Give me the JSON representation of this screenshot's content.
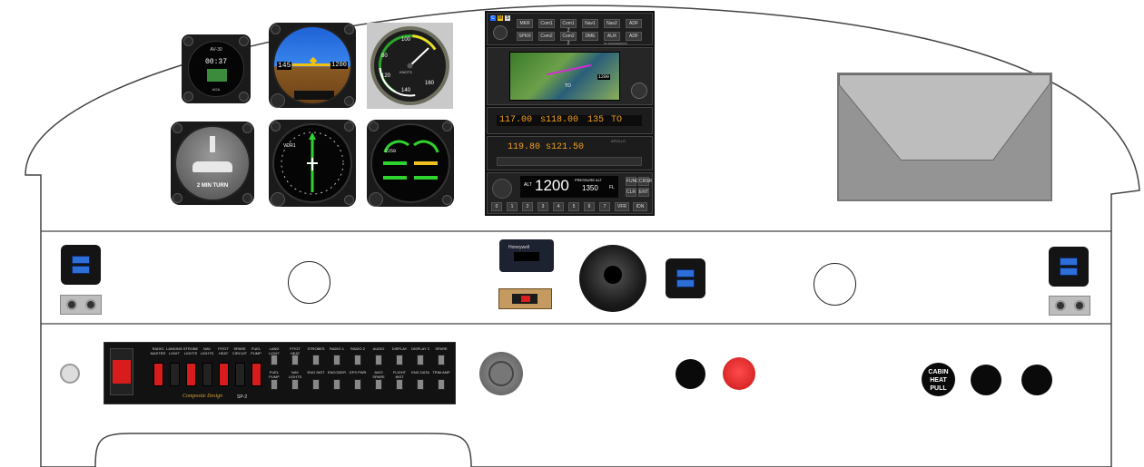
{
  "panel": {
    "colors": {
      "background": "#ffffff",
      "outline": "#444444",
      "bezel": "#1a1a1a",
      "usb_port": "#2d6fd6",
      "rocker_red": "#d81c1c",
      "amber_text": "#f0a020"
    }
  },
  "instruments": {
    "aoa": {
      "title": "AV-30",
      "value": "00:37",
      "sub": "AOA"
    },
    "pfd": {
      "speed": "145",
      "altitude": "1200"
    },
    "airspeed": {
      "marks": [
        "80",
        "100",
        "120",
        "140",
        "160"
      ],
      "center": "KNOTS"
    },
    "turn_coordinator": {
      "label": "2 MIN TURN"
    },
    "hsi": {
      "source": "VOR1"
    },
    "engine": {
      "rpm": "2250"
    }
  },
  "avionics": {
    "audio_panel": {
      "leds": [
        "C",
        "M",
        "S"
      ],
      "buttons_row1": [
        "MKR",
        "Com1",
        "Com1 2",
        "Nav1",
        "Nav2",
        "ADF"
      ],
      "buttons_row2": [
        "SPKR",
        "Com2",
        "Com2 2",
        "DME",
        "AUX",
        "ADF"
      ],
      "brand": "PS ENGINEERING"
    },
    "gps": {
      "waypoint": "TO",
      "alt_box": "1200"
    },
    "nav_com": {
      "active_freq": "117.00",
      "standby_freq": "s118.00",
      "radial": "135",
      "to_from": "TO"
    },
    "com": {
      "active_freq": "119.80",
      "standby_freq": "s121.50",
      "brand": "APOLLO"
    },
    "transponder": {
      "mode": "ALT",
      "code": "1200",
      "label": "PRESSURE ALT",
      "alt": "1350",
      "unit": "FL",
      "keys": [
        "0",
        "1",
        "2",
        "3",
        "4",
        "5",
        "6",
        "7",
        "VFR",
        "IDN"
      ],
      "side": [
        "FUNC",
        "CRSR",
        "CLR",
        "ENT"
      ]
    }
  },
  "hobbs": {
    "brand": "Honeywell"
  },
  "switch_panel": {
    "rocker_labels": [
      "RADIO MASTER",
      "LANDING LIGHT",
      "STROBE LIGHTS",
      "NAV LIGHTS",
      "PITOT HEAT",
      "SPARE CIRCUIT",
      "FUEL PUMP"
    ],
    "toggle_labels_top": [
      "LAND LIGHT",
      "PITOT HEAT",
      "STROBES",
      "RADIO 1",
      "RADIO 2",
      "AUDIO",
      "DISPLAY",
      "DISPLAY 2",
      "SPARE"
    ],
    "toggle_labels_bottom": [
      "FUEL PUMP",
      "NAV LIGHTS",
      "ENG INST",
      "ENCODER",
      "GPS PWR",
      "AVIO SPARE",
      "FLIGHT INST",
      "ENG DATA",
      "TRIM AMP"
    ],
    "brand": "Composite Design",
    "model": "SP-2"
  },
  "cabin_heat": {
    "label_line1": "CABIN",
    "label_line2": "HEAT",
    "label_line3": "PULL"
  }
}
